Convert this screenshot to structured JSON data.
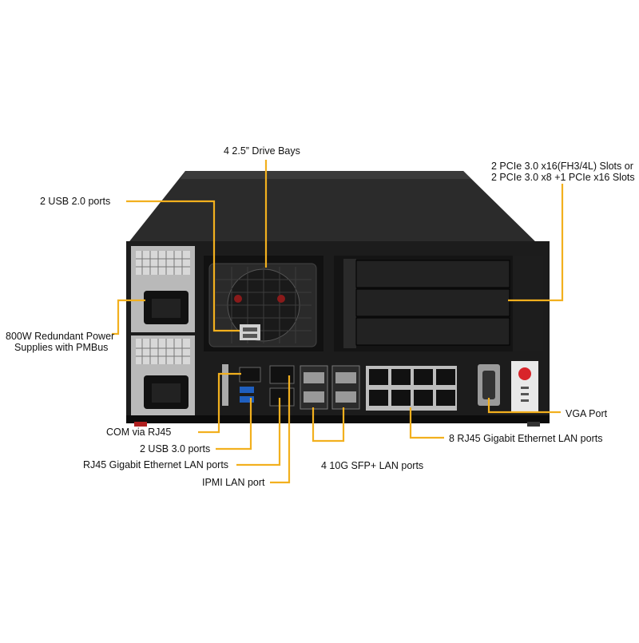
{
  "colors": {
    "callout_line": "#f2b01e",
    "chassis": "#1c1c1c",
    "chassis_dark": "#0c0c0c",
    "psu_silver": "#b9b9b9",
    "power_button": "#d8242a"
  },
  "callouts": {
    "drive_bays": "4 2.5” Drive Bays",
    "usb2": "2 USB 2.0 ports",
    "pcie_line1": "2 PCIe 3.0 x16(FH3/4L) Slots or",
    "pcie_line2": "2 PCIe 3.0 x8 +1 PCIe x16 Slots",
    "psu_line1": "800W Redundant Power",
    "psu_line2": "Supplies with PMBus",
    "com": "COM via RJ45",
    "usb3": "2 USB 3.0 ports",
    "rj45_lan": "RJ45 Gigabit Ethernet LAN ports",
    "ipmi": "IPMI LAN port",
    "sfp": "4 10G SFP+ LAN ports",
    "rj45_8": "8 RJ45 Gigabit Ethernet LAN ports",
    "vga": "VGA Port"
  }
}
